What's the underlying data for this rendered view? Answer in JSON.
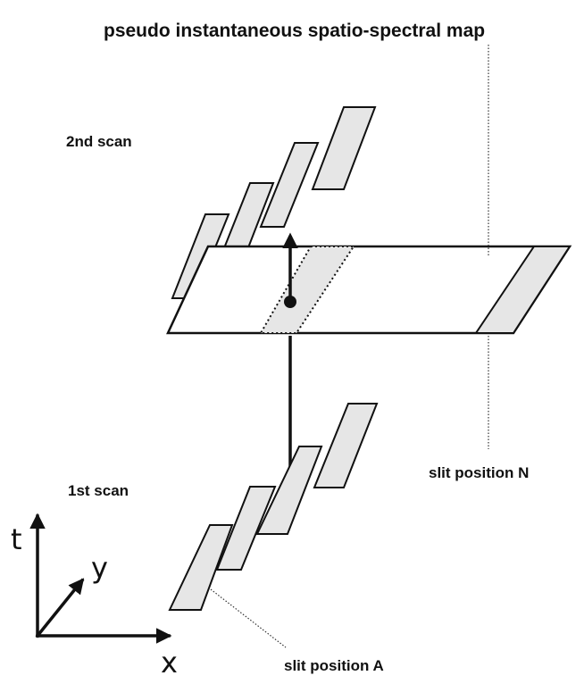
{
  "labels": {
    "map_title": "pseudo instantaneous spatio-spectral map",
    "second_scan": "2nd scan",
    "first_scan": "1st scan",
    "slit_n": "slit position N",
    "slit_a": "slit position A"
  },
  "axes": {
    "t": "t",
    "y": "y",
    "x": "x"
  },
  "colors": {
    "slit_fill": "#e6e6e6",
    "stroke": "#111111",
    "background": "#ffffff"
  }
}
